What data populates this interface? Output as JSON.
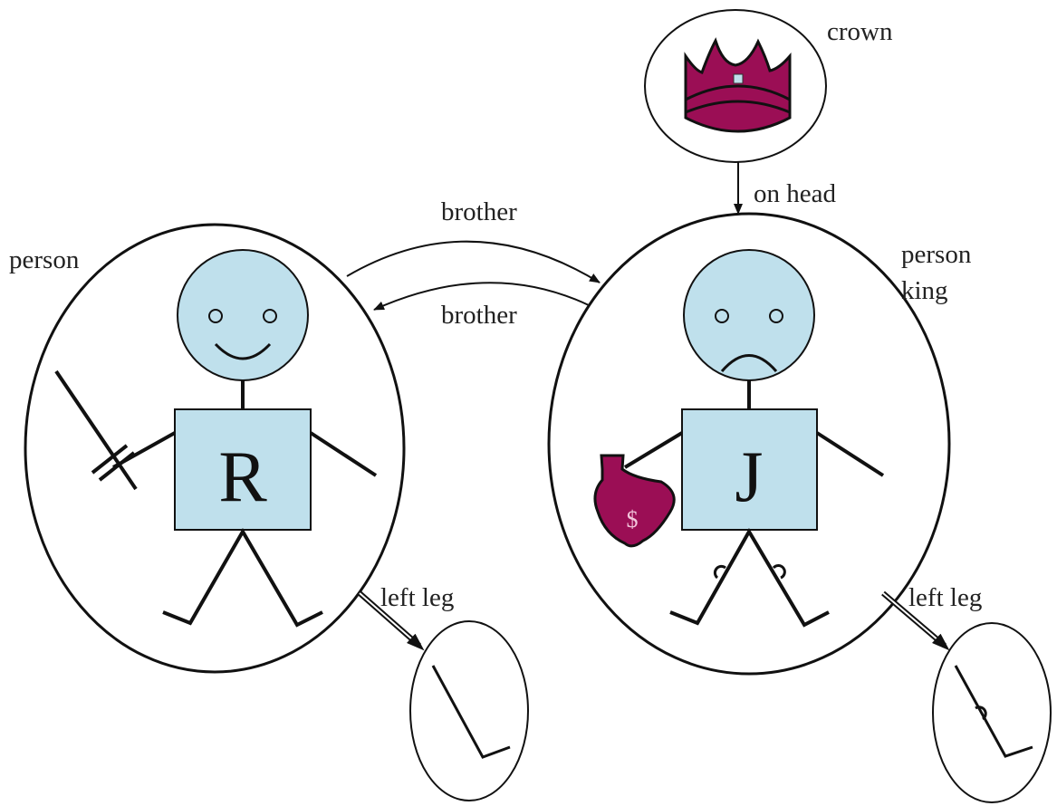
{
  "colors": {
    "person_fill": "#bfe0ec",
    "object_fill": "#9b0e55",
    "line": "#111111"
  },
  "labels": {
    "crown": "crown",
    "on_head": "on head",
    "brother_top": "brother",
    "brother_bottom": "brother",
    "left_person_type": "person",
    "right_person_type_1": "person",
    "right_person_type_2": "king",
    "left_leg_left": "left leg",
    "left_leg_right": "left leg"
  },
  "figures": {
    "richard_letter": "R",
    "john_letter": "J",
    "money_symbol": "$"
  }
}
